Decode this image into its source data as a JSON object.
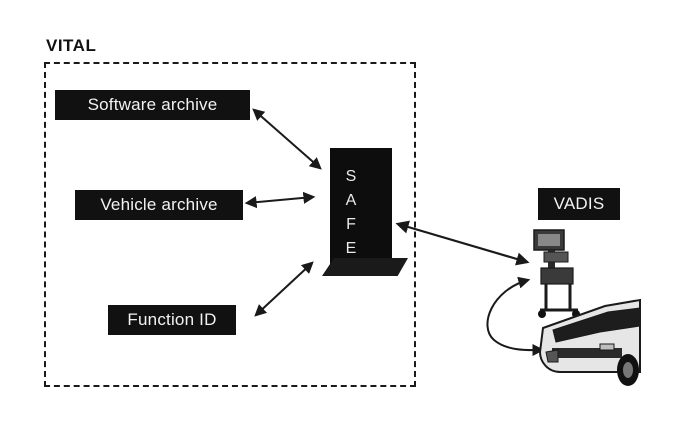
{
  "group": {
    "title": "VITAL"
  },
  "nodes": {
    "software_archive": "Software archive",
    "vehicle_archive": "Vehicle archive",
    "function_id": "Function ID",
    "vadis": "VADIS"
  },
  "safe": {
    "letters": [
      "S",
      "A",
      "F",
      "E"
    ]
  },
  "colors": {
    "node_fill": "#111111",
    "node_text": "#f2f2f2",
    "line": "#1a1a1a"
  },
  "icons": [
    "diagnostic-cart-icon",
    "car-icon"
  ]
}
